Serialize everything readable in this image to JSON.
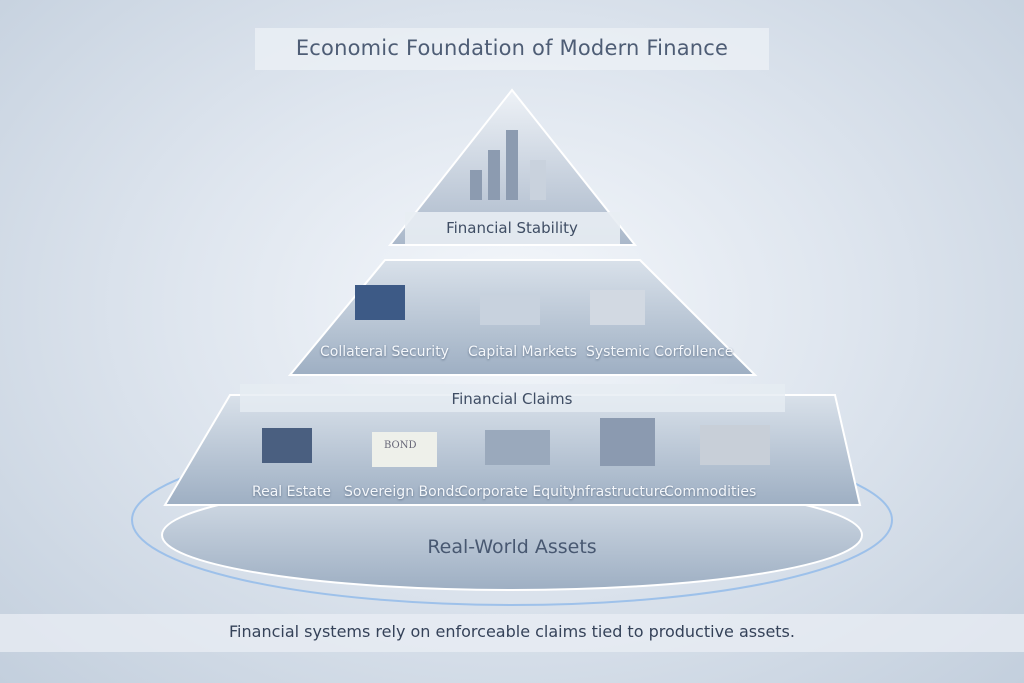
{
  "title": "Economic Foundation of Modern Finance",
  "pyramid": {
    "top": {
      "label": "Financial Stability"
    },
    "middle": {
      "items": [
        {
          "label": "Collateral Security",
          "icon": "monitors-icon"
        },
        {
          "label": "Capital Markets",
          "icon": "rising-bars-icon"
        },
        {
          "label": "Systemic Corfollence",
          "icon": "bank-shield-icon"
        }
      ]
    },
    "lower": {
      "label": "Financial Claims",
      "items": [
        {
          "label": "Real Estate",
          "icon": "house-icon"
        },
        {
          "label": "Sovereign Bonds",
          "icon": "bond-certificate-icon",
          "icon_text": "BOND"
        },
        {
          "label": "Corporate Equity",
          "icon": "stock-chart-icon"
        },
        {
          "label": "Infrastructure",
          "icon": "buildings-icon"
        },
        {
          "label": "Commodities",
          "icon": "barrels-icon"
        }
      ]
    },
    "base": {
      "label": "Real-World Assets"
    }
  },
  "footer": "Financial systems rely on enforceable claims tied to productive assets.",
  "colors": {
    "accent": "#7fb0e8",
    "text": "#4e5d75"
  }
}
